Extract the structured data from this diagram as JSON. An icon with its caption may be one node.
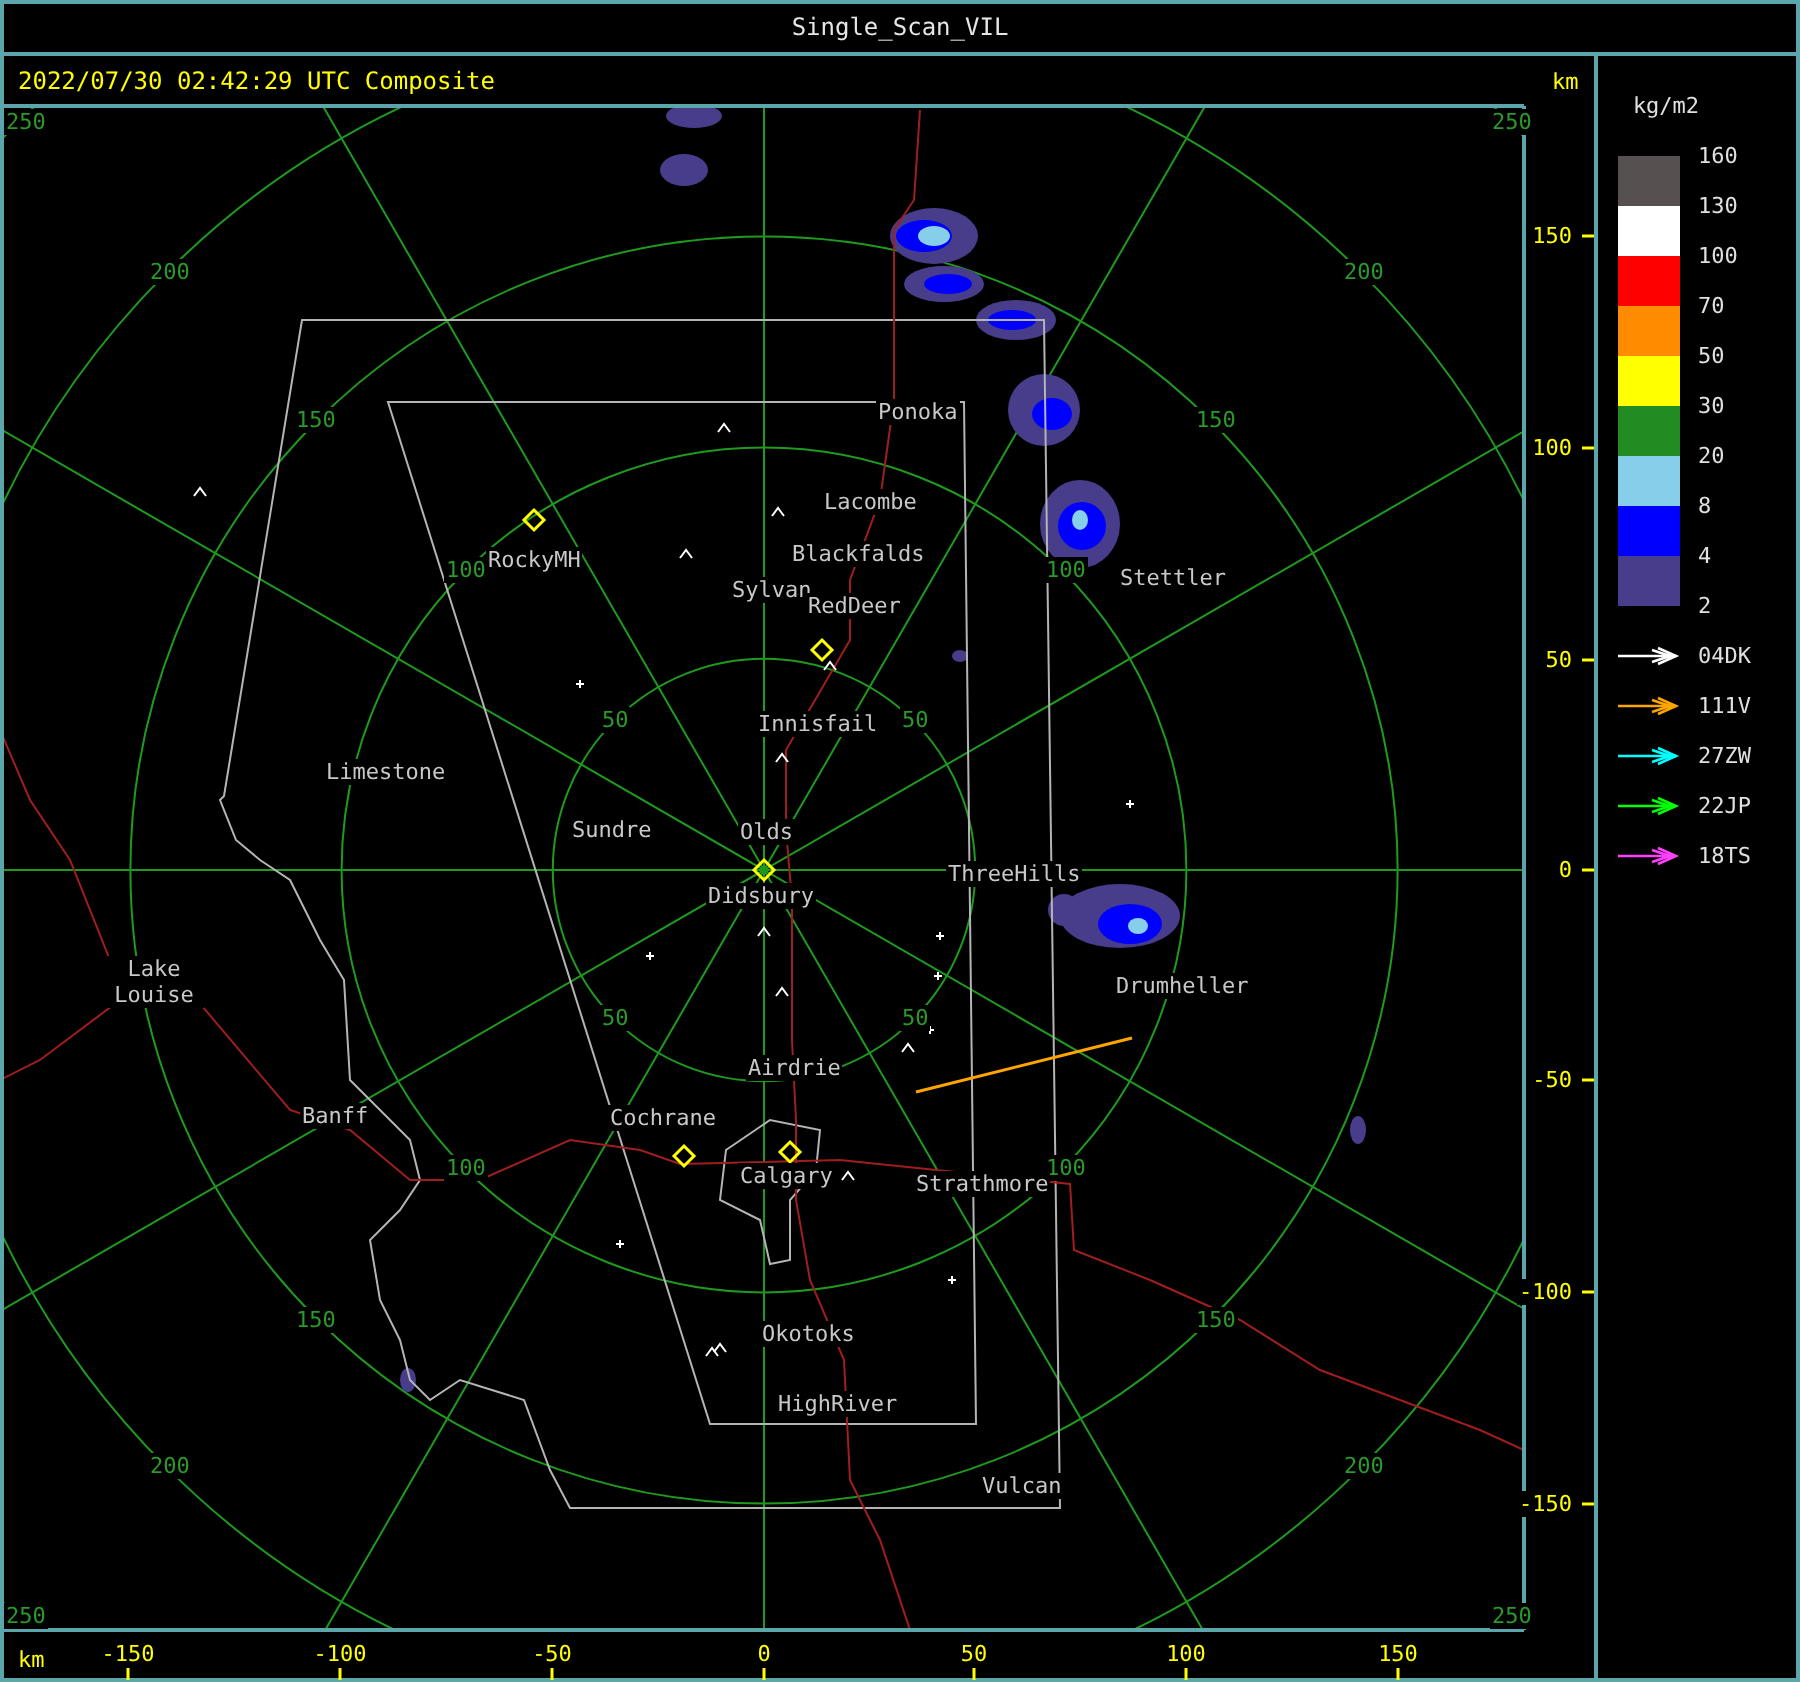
{
  "diagram": {
    "title": "Single_Scan_VIL",
    "labels": [
      "2022/07/30 02:42:29 UTC Composite",
      "km",
      "kg/m2",
      "250",
      "250",
      "200",
      "200",
      "150",
      "150",
      "Ponoka",
      "Lacombe",
      "RockyMH",
      "Blackfalds",
      "100",
      "100",
      "Stettler",
      "Sylvan",
      "RedDeer",
      "50",
      "Innisfail",
      "50",
      "Limestone",
      "Sundre",
      "Olds",
      "ThreeHills",
      "Didsbury",
      "Lake Louise",
      "Drumheller",
      "50",
      "50",
      "Airdrie",
      "Banff",
      "Cochrane",
      "100",
      "100",
      "Calgary",
      "Strathmore",
      "150",
      "150",
      "Okotoks",
      "HighRiver",
      "200",
      "200",
      "Vulcan",
      "250",
      "250",
      "150",
      "100",
      "50",
      "0",
      "-50",
      "-100",
      "-150",
      "km",
      "-150",
      "-100",
      "-50",
      "0",
      "50",
      "100",
      "150",
      "2"
    ],
    "legend": [
      {
        "text": "160",
        "color": "#575050"
      },
      {
        "text": "130",
        "color": "#ffffff"
      },
      {
        "text": "100",
        "color": "#ff0000"
      },
      {
        "text": "70",
        "color": "#ff8c00"
      },
      {
        "text": "50",
        "color": "#ffff00"
      },
      {
        "text": "30",
        "color": "#228b22"
      },
      {
        "text": "20",
        "color": "#87ceeb"
      },
      {
        "text": "8",
        "color": "#0000ff"
      },
      {
        "text": "4",
        "color": "#483d8b"
      },
      {
        "text": "04DK"
      },
      {
        "text": "111V"
      },
      {
        "text": "27ZW"
      },
      {
        "text": "22JP"
      },
      {
        "text": "18TS"
      }
    ]
  }
}
